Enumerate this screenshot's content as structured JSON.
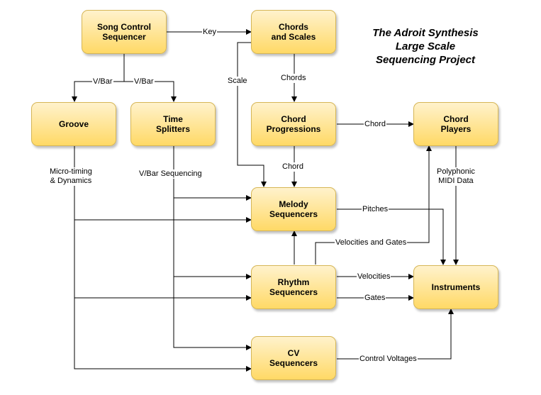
{
  "title": "The Adroit Synthesis\nLarge Scale\nSequencing Project",
  "nodes": {
    "song_control": "Song Control\nSequencer",
    "chords_scales": "Chords\nand Scales",
    "groove": "Groove",
    "time_splitters": "Time\nSplitters",
    "chord_progressions": "Chord\nProgressions",
    "chord_players": "Chord\nPlayers",
    "melody": "Melody\nSequencers",
    "rhythm": "Rhythm\nSequencers",
    "instruments": "Instruments",
    "cv": "CV\nSequencers"
  },
  "edges": {
    "key": "Key",
    "vbar_left": "V/Bar",
    "vbar_right": "V/Bar",
    "scale": "Scale",
    "chords": "Chords",
    "chord_to_players": "Chord",
    "chord_to_melody": "Chord",
    "microtiming": "Micro-timing\n& Dynamics",
    "vbar_sequencing": "V/Bar Sequencing",
    "polyphonic": "Polyphonic\nMIDI Data",
    "pitches": "Pitches",
    "velocities_gates": "Velocities and Gates",
    "velocities": "Velocities",
    "gates": "Gates",
    "control_voltages": "Control Voltages"
  }
}
